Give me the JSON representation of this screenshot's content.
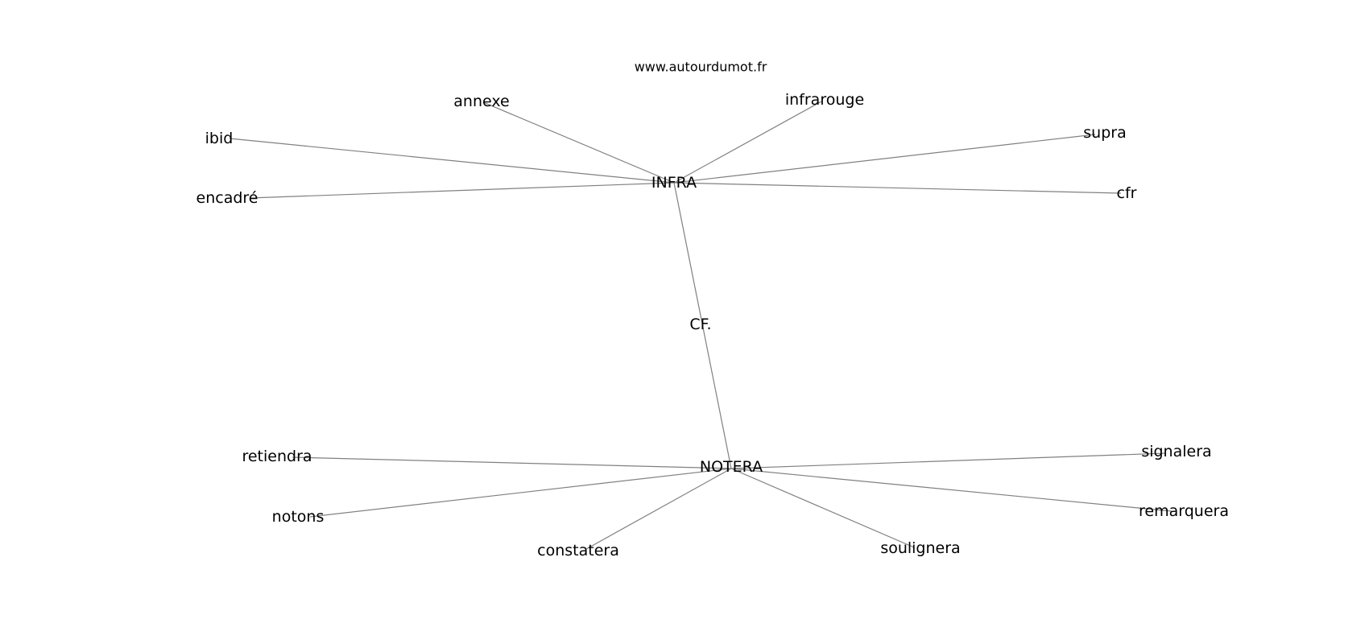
{
  "header": {
    "site": "www.autourdumot.fr"
  },
  "colors": {
    "edge": "#808080",
    "text": "#000000",
    "background": "#ffffff"
  },
  "graph": {
    "nodes": [
      {
        "id": "infra",
        "label": "INFRA"
      },
      {
        "id": "cf",
        "label": "CF."
      },
      {
        "id": "notera",
        "label": "NOTERA"
      },
      {
        "id": "annexe",
        "label": "annexe"
      },
      {
        "id": "infrarouge",
        "label": "infrarouge"
      },
      {
        "id": "ibid",
        "label": "ibid"
      },
      {
        "id": "supra",
        "label": "supra"
      },
      {
        "id": "encadre",
        "label": "encadré"
      },
      {
        "id": "cfr",
        "label": "cfr"
      },
      {
        "id": "retiendra",
        "label": "retiendra"
      },
      {
        "id": "signalera",
        "label": "signalera"
      },
      {
        "id": "notons",
        "label": "notons"
      },
      {
        "id": "remarquera",
        "label": "remarquera"
      },
      {
        "id": "constatera",
        "label": "constatera"
      },
      {
        "id": "soulignera",
        "label": "soulignera"
      }
    ],
    "edges": [
      [
        "infra",
        "annexe"
      ],
      [
        "infra",
        "infrarouge"
      ],
      [
        "infra",
        "ibid"
      ],
      [
        "infra",
        "supra"
      ],
      [
        "infra",
        "encadre"
      ],
      [
        "infra",
        "cfr"
      ],
      [
        "infra",
        "notera"
      ],
      [
        "notera",
        "retiendra"
      ],
      [
        "notera",
        "signalera"
      ],
      [
        "notera",
        "notons"
      ],
      [
        "notera",
        "remarquera"
      ],
      [
        "notera",
        "constatera"
      ],
      [
        "notera",
        "soulignera"
      ]
    ]
  }
}
